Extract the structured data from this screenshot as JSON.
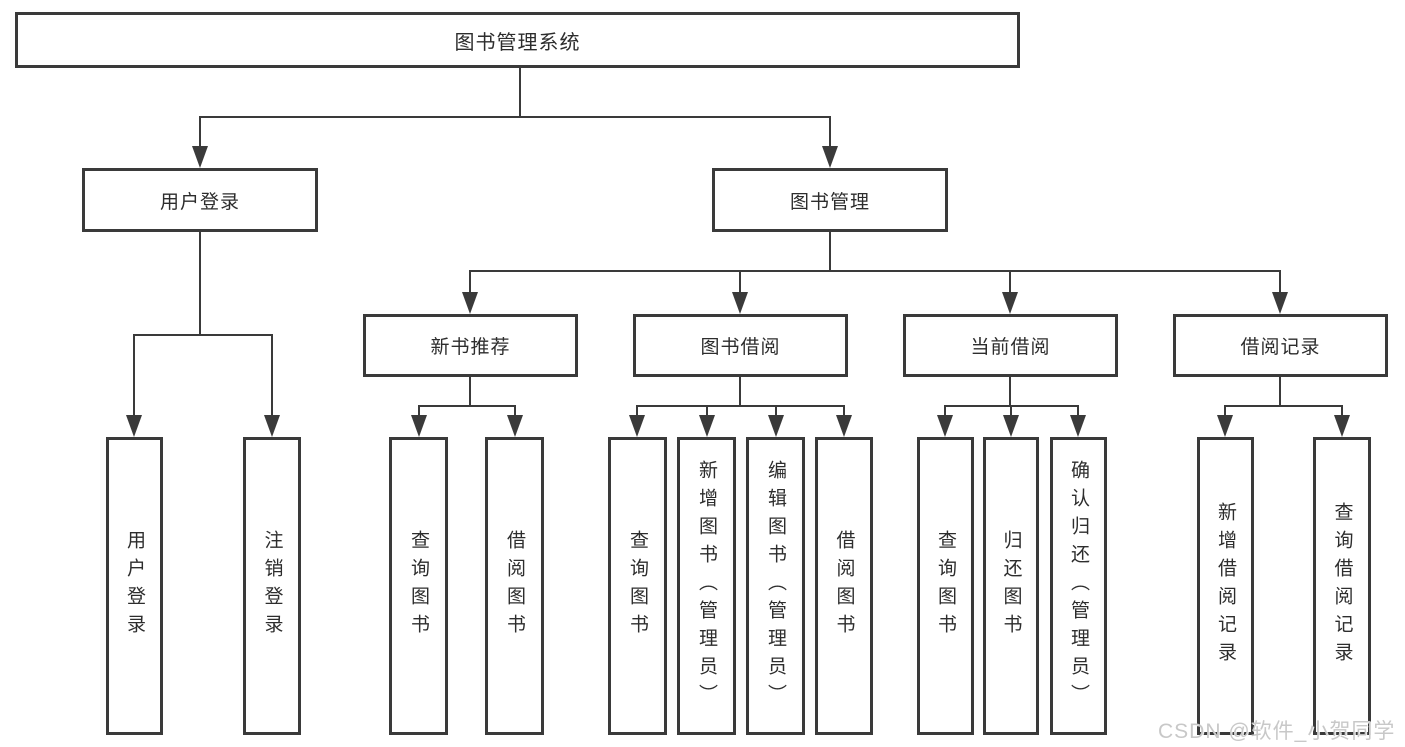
{
  "diagram": {
    "type": "hierarchy-tree",
    "title": "图书管理系统",
    "levels": 4,
    "colors": {
      "background": "#ffffff",
      "line": "#3a3a3a",
      "box_border": "#3a3a3a",
      "text": "#2d2d2d",
      "watermark": "#c8c8c8"
    }
  },
  "nodes": {
    "root": "图书管理系统",
    "user_login": "用户登录",
    "book_management": "图书管理",
    "new_book_recommend": "新书推荐",
    "book_borrowing": "图书借阅",
    "current_borrowing": "当前借阅",
    "borrowing_records": "借阅记录",
    "leaf_user_login": "用户登录",
    "leaf_logout_login": "注销登录",
    "leaf_query_books_recommend": "查询图书",
    "leaf_borrow_books_recommend": "借阅图书",
    "leaf_query_books_borrowing": "查询图书",
    "leaf_add_books_admin": "新增图书（管理员）",
    "leaf_edit_books_admin": "编辑图书（管理员）",
    "leaf_borrow_books_borrowing": "借阅图书",
    "leaf_query_books_current": "查询图书",
    "leaf_return_books": "归还图书",
    "leaf_confirm_return_admin": "确认归还（管理员）",
    "leaf_add_borrow_record": "新增借阅记录",
    "leaf_query_borrow_record": "查询借阅记录"
  },
  "watermark": "CSDN @软件_小贺同学"
}
